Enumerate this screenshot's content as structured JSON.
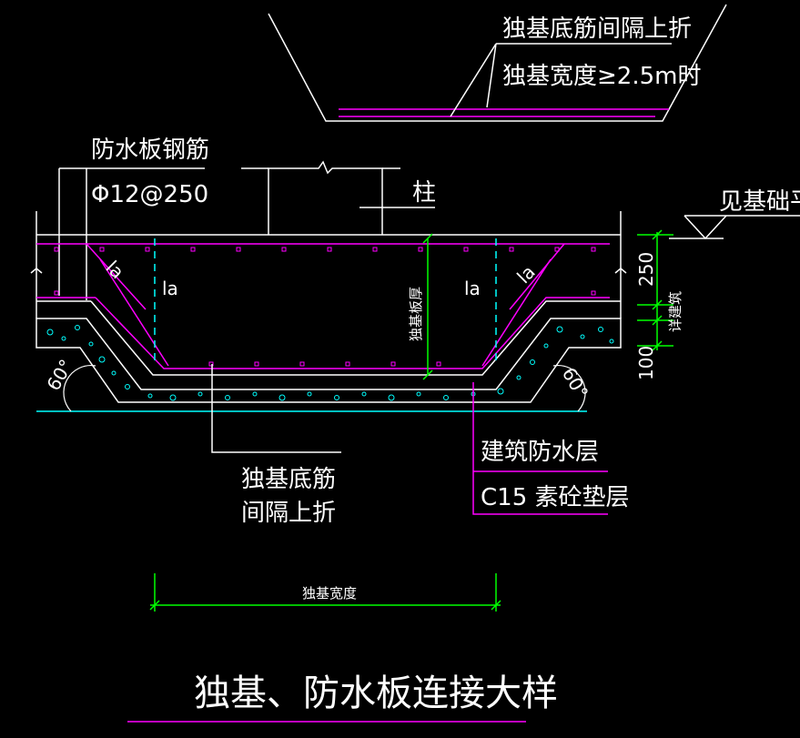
{
  "labels": {
    "top_note_line1": "独基底筋间隔上折",
    "top_note_line2": "独基宽度≥2.5m时",
    "waterproof_rebar": "防水板钢筋",
    "rebar_spec": "Φ12@250",
    "column": "柱",
    "see_foundation_plan": "见基础平面",
    "la_left_diag": "la",
    "la_left": "la",
    "la_right": "la",
    "la_right_diag": "la",
    "foundation_thickness": "独基板厚",
    "dim_250": "250",
    "dim_100": "100",
    "dim_subgrade": "详建筑",
    "angle_left": "60°",
    "angle_right": "60°",
    "bottom_rebar_line1": "独基底筋",
    "bottom_rebar_line2": "间隔上折",
    "arch_waterproof": "建筑防水层",
    "cushion_layer": "C15 素砼垫层",
    "foundation_width": "独基宽度",
    "drawing_title": "独基、防水板连接大样"
  },
  "colors": {
    "background": "#000000",
    "white": "#ffffff",
    "magenta": "#ff00ff",
    "cyan": "#00ffff",
    "green": "#00ff00"
  }
}
